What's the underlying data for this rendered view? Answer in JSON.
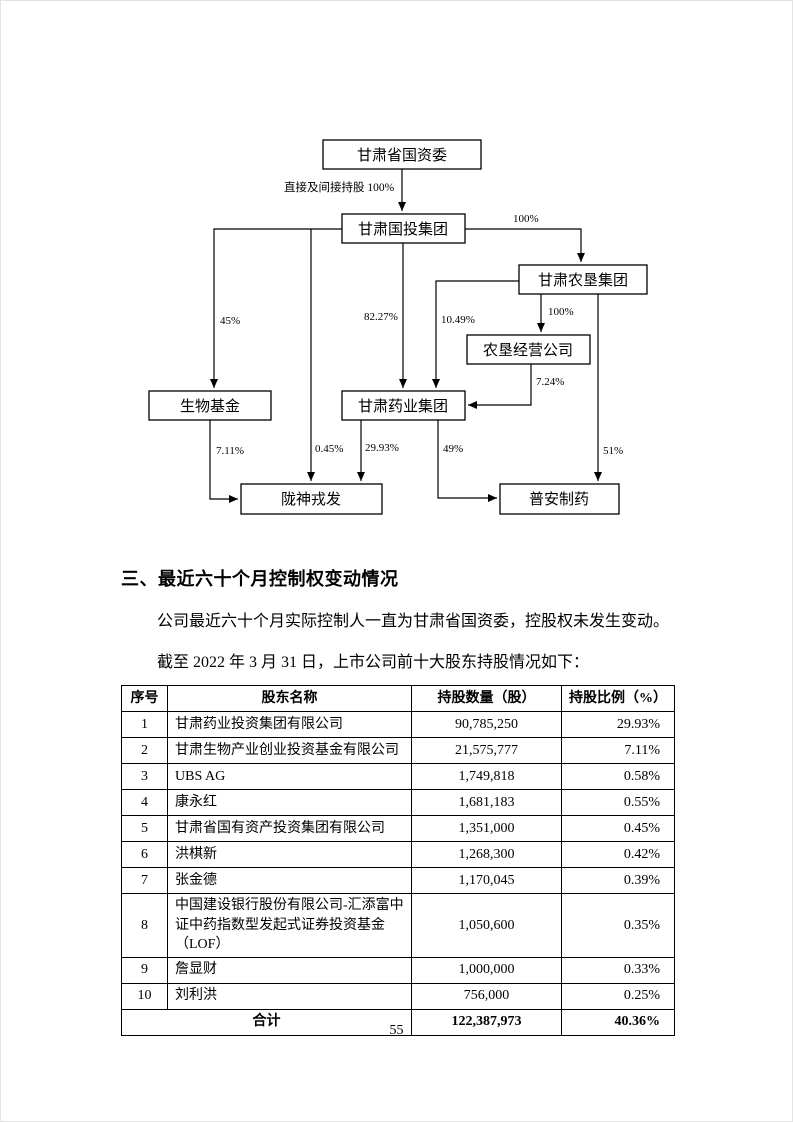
{
  "diagram": {
    "nodes": {
      "sasac": "甘肃省国资委",
      "guotou": "甘肃国投集团",
      "nongken": "甘肃农垦集团",
      "nongken_op": "农垦经营公司",
      "bio_fund": "生物基金",
      "pharma": "甘肃药业集团",
      "longshen": "陇神戎发",
      "puan": "普安制药"
    },
    "labels": {
      "direct_100": "直接及间接持股 100%",
      "pct_100_a": "100%",
      "pct_100_b": "100%",
      "pct_45": "45%",
      "pct_82_27": "82.27%",
      "pct_10_49": "10.49%",
      "pct_7_24": "7.24%",
      "pct_7_11": "7.11%",
      "pct_0_45": "0.45%",
      "pct_29_93": "29.93%",
      "pct_49": "49%",
      "pct_51": "51%"
    }
  },
  "section": {
    "heading": "三、最近六十个月控制权变动情况",
    "para1": "公司最近六十个月实际控制人一直为甘肃省国资委，控股权未发生变动。",
    "para2": "截至 2022 年 3 月 31 日，上市公司前十大股东持股情况如下："
  },
  "table": {
    "headers": [
      "序号",
      "股东名称",
      "持股数量（股）",
      "持股比例（%）"
    ],
    "rows": [
      [
        "1",
        "甘肃药业投资集团有限公司",
        "90,785,250",
        "29.93%"
      ],
      [
        "2",
        "甘肃生物产业创业投资基金有限公司",
        "21,575,777",
        "7.11%"
      ],
      [
        "3",
        "UBS AG",
        "1,749,818",
        "0.58%"
      ],
      [
        "4",
        "康永红",
        "1,681,183",
        "0.55%"
      ],
      [
        "5",
        "甘肃省国有资产投资集团有限公司",
        "1,351,000",
        "0.45%"
      ],
      [
        "6",
        "洪棋新",
        "1,268,300",
        "0.42%"
      ],
      [
        "7",
        "张金德",
        "1,170,045",
        "0.39%"
      ],
      [
        "8",
        "中国建设银行股份有限公司-汇添富中证中药指数型发起式证券投资基金（LOF）",
        "1,050,600",
        "0.35%"
      ],
      [
        "9",
        "詹显财",
        "1,000,000",
        "0.33%"
      ],
      [
        "10",
        "刘利洪",
        "756,000",
        "0.25%"
      ]
    ],
    "total": {
      "label": "合计",
      "quantity": "122,387,973",
      "percent": "40.36%"
    }
  },
  "page": {
    "number": "55"
  }
}
